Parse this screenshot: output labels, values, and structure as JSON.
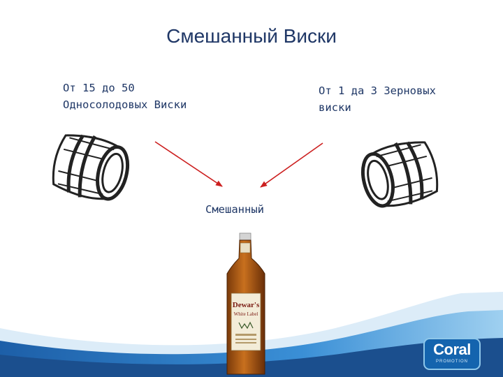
{
  "slide": {
    "title": "Смешанный Виски",
    "left_label": {
      "line1": "От 15 до 50",
      "line2": "Односолодовых Виски"
    },
    "right_label": {
      "line1": "От 1 да 3 Зерновых",
      "line2": "виски"
    },
    "center_label": "Смешанный",
    "bottle_label": {
      "brand": "Dewar's",
      "sub": "White Label"
    }
  },
  "logo": {
    "word": "Coral",
    "sub": "PROMOTION"
  },
  "colors": {
    "text": "#1f3766",
    "arrow": "#cc1f1f",
    "footer_wave": "#3a8fd6",
    "logo_bg": "#1464ae"
  },
  "icons": {
    "left_barrel": "barrel-icon",
    "right_barrel": "barrel-icon",
    "bottle": "whisky-bottle-icon"
  }
}
